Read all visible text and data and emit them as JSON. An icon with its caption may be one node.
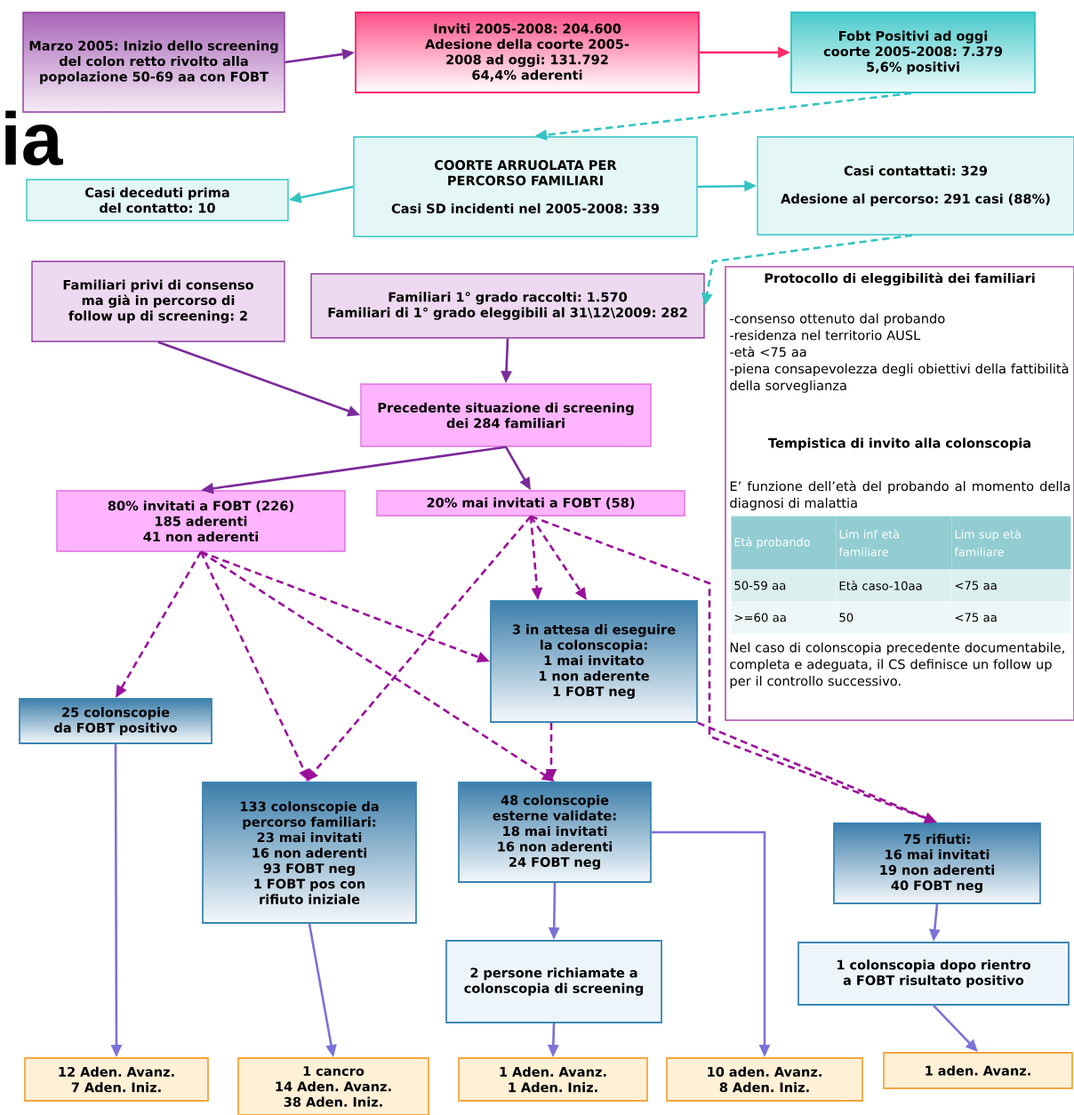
{
  "diagram": {
    "nodes": [
      {
        "text": [
          "Marzo 2005: Inizio dello screening del colon retto rivolto alla popolazione 50-69 aa con FOBT"
        ]
      },
      {
        "text": [
          "Inviti 2005-2008: 204.600",
          "Adesione della coorte 2005-2008 ad oggi: 131.792",
          "64,4% aderenti"
        ]
      },
      {
        "text": [
          "Fobt Positivi ad oggi coorte 2005-2008: 7.379",
          "5,6% positivi"
        ]
      },
      {
        "text": [
          "COORTE ARRUOLATA PER PERCORSO FAMILIARI",
          "Casi SD incidenti nel 2005-2008: 339"
        ]
      },
      {
        "text": [
          "Casi deceduti prima del contatto: 10"
        ]
      },
      {
        "text": [
          "Casi contattati: 329",
          "Adesione al percorso: 291 casi (88%)"
        ]
      },
      {
        "text": [
          "Familiari privi di consenso ma già in percorso di follow up di screening: 2"
        ]
      },
      {
        "text": [
          "Familiari 1° grado raccolti: 1.570",
          "Familiari di 1° grado eleggibili al 31\\12\\2009: 282"
        ]
      },
      {
        "text": [
          "Protocollo di eleggibilità dei familiari",
          "-consenso ottenuto dal probando",
          "-residenza nel territorio AUSL",
          "-età <75 aa",
          "-piena consapevolezza degli obiettivi della fattibilità della sorveglianza",
          "Tempistica di invito alla colonscopia",
          "E’ funzione dell’età del probando al momento della diagnosi di malattia",
          "Nel caso di colonscopia precedente documentabile, completa e adeguata, il CS definisce un follow up per il controllo successivo."
        ]
      },
      {
        "text": [
          "Precedente situazione di screening",
          "dei 284 familiari"
        ]
      },
      {
        "text": [
          "80% invitati a FOBT (226)",
          "185 aderenti",
          "41 non aderenti"
        ]
      },
      {
        "text": [
          "20% mai invitati a FOBT (58)"
        ]
      },
      {
        "text": [
          "3 in attesa di eseguire la colonscopia:",
          "1 mai invitato",
          "1 non aderente",
          "1 FOBT neg"
        ]
      },
      {
        "text": [
          "25 colonscopie da FOBT positivo"
        ]
      },
      {
        "text": [
          "133 colonscopie da percorso familiari:",
          "23 mai invitati",
          "16 non aderenti",
          "93 FOBT neg",
          "1 FOBT pos con rifiuto iniziale"
        ]
      },
      {
        "text": [
          "48 colonscopie esterne validate:",
          "18 mai invitati",
          "16 non aderenti",
          "24 FOBT neg"
        ]
      },
      {
        "text": [
          "75 rifiuti:",
          "16 mai invitati",
          "19 non aderenti",
          "40 FOBT neg"
        ]
      },
      {
        "text": [
          "2 persone richiamate a colonscopia di screening"
        ]
      },
      {
        "text": [
          "1 colonscopia dopo rientro a FOBT risultato positivo"
        ]
      },
      {
        "text": [
          "12 Aden. Avanz.",
          "7 Aden. Iniz."
        ]
      },
      {
        "text": [
          "1 cancro",
          "14 Aden. Avanz.",
          "38 Aden. Iniz."
        ]
      },
      {
        "text": [
          "1 Aden. Avanz.",
          "1 Aden. Iniz."
        ]
      },
      {
        "text": [
          "10 aden. Avanz.",
          "8 Aden. Iniz."
        ]
      },
      {
        "text": [
          "1 aden. Avanz."
        ]
      }
    ],
    "edges": [
      {
        "from": 0,
        "to": 1,
        "arrow": "to",
        "color": "#7a2a9a"
      },
      {
        "from": 1,
        "to": 2,
        "arrow": "to",
        "color": "#ff2a6a"
      },
      {
        "from": 2,
        "to": 3,
        "arrow": "to",
        "style": "dashed",
        "color": "#33c3c3"
      },
      {
        "from": 3,
        "to": 4,
        "arrow": "to",
        "color": "#33c3c3"
      },
      {
        "from": 3,
        "to": 5,
        "arrow": "to",
        "color": "#33c3c3"
      },
      {
        "from": 5,
        "to": 7,
        "arrow": "to",
        "style": "dashed",
        "color": "#33c3c3"
      },
      {
        "from": 6,
        "to": 9,
        "arrow": "to",
        "color": "#7a2a9a"
      },
      {
        "from": 7,
        "to": 9,
        "arrow": "to",
        "color": "#7a2a9a"
      },
      {
        "from": 9,
        "to": 10,
        "arrow": "to",
        "color": "#7a2a9a"
      },
      {
        "from": 9,
        "to": 11,
        "arrow": "to",
        "color": "#7a2a9a"
      },
      {
        "from": 10,
        "to": 13,
        "arrow": "to",
        "style": "dashed"
      },
      {
        "from": 10,
        "to": 14,
        "arrow": "to",
        "style": "dashed"
      },
      {
        "from": 10,
        "to": 12,
        "arrow": "to",
        "style": "dashed"
      },
      {
        "from": 10,
        "to": 15,
        "arrow": "to",
        "style": "dashed"
      },
      {
        "from": 11,
        "to": 14,
        "arrow": "to",
        "style": "dashed"
      },
      {
        "from": 11,
        "to": 12,
        "arrow": "to",
        "style": "dashed"
      },
      {
        "from": 11,
        "to": 12,
        "arrow": "to",
        "style": "dashed"
      },
      {
        "from": 11,
        "to": 16,
        "arrow": "to",
        "style": "dashed"
      },
      {
        "from": 12,
        "to": 15,
        "arrow": "to",
        "style": "dashed"
      },
      {
        "from": 12,
        "to": 16,
        "arrow": "to",
        "style": "dashed"
      },
      {
        "from": 13,
        "to": 19,
        "arrow": "to",
        "color": "#7b72d8"
      },
      {
        "from": 14,
        "to": 20,
        "arrow": "to",
        "color": "#7b72d8"
      },
      {
        "from": 15,
        "to": 17,
        "arrow": "to",
        "color": "#7b72d8"
      },
      {
        "from": 15,
        "to": 22,
        "arrow": "to",
        "color": "#7b72d8"
      },
      {
        "from": 16,
        "to": 18,
        "arrow": "to",
        "color": "#7b72d8"
      },
      {
        "from": 17,
        "to": 21,
        "arrow": "to",
        "color": "#7b72d8"
      },
      {
        "from": 18,
        "to": 23,
        "arrow": "to",
        "color": "#7b72d8"
      }
    ],
    "labels": [
      "ia",
      "Età probando",
      "Lim inf età familiare",
      "Lim sup età familiare",
      "50-59 aa",
      "Età caso-10aa",
      "<75 aa",
      ">=60 aa",
      "50",
      "<75 aa"
    ]
  }
}
